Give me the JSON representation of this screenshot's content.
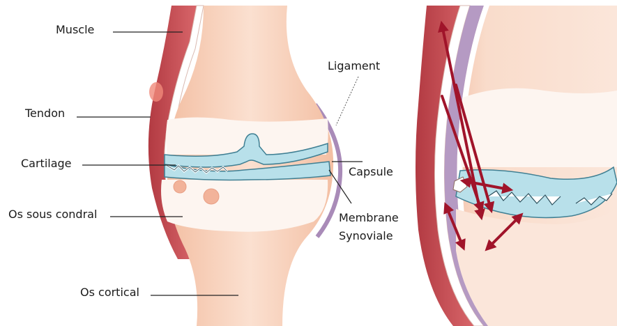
{
  "labels": {
    "muscle": "Muscle",
    "tendon": "Tendon",
    "cartilage": "Cartilage",
    "subchondral_bone": "Os sous condral",
    "cortical_bone": "Os cortical",
    "ligament": "Ligament",
    "capsule": "Capsule",
    "synovial_line1": "Membrane",
    "synovial_line2": "Synoviale"
  },
  "colors": {
    "bone": "#f6ccb4",
    "bone_inner": "#fbe3d5",
    "marrow": "#fdf4ef",
    "cartilage": "#b8e0ea",
    "muscle": "#c8484f",
    "muscle_dark": "#a8323a",
    "capsule": "#a98bb8",
    "arrow": "#a0142a"
  }
}
